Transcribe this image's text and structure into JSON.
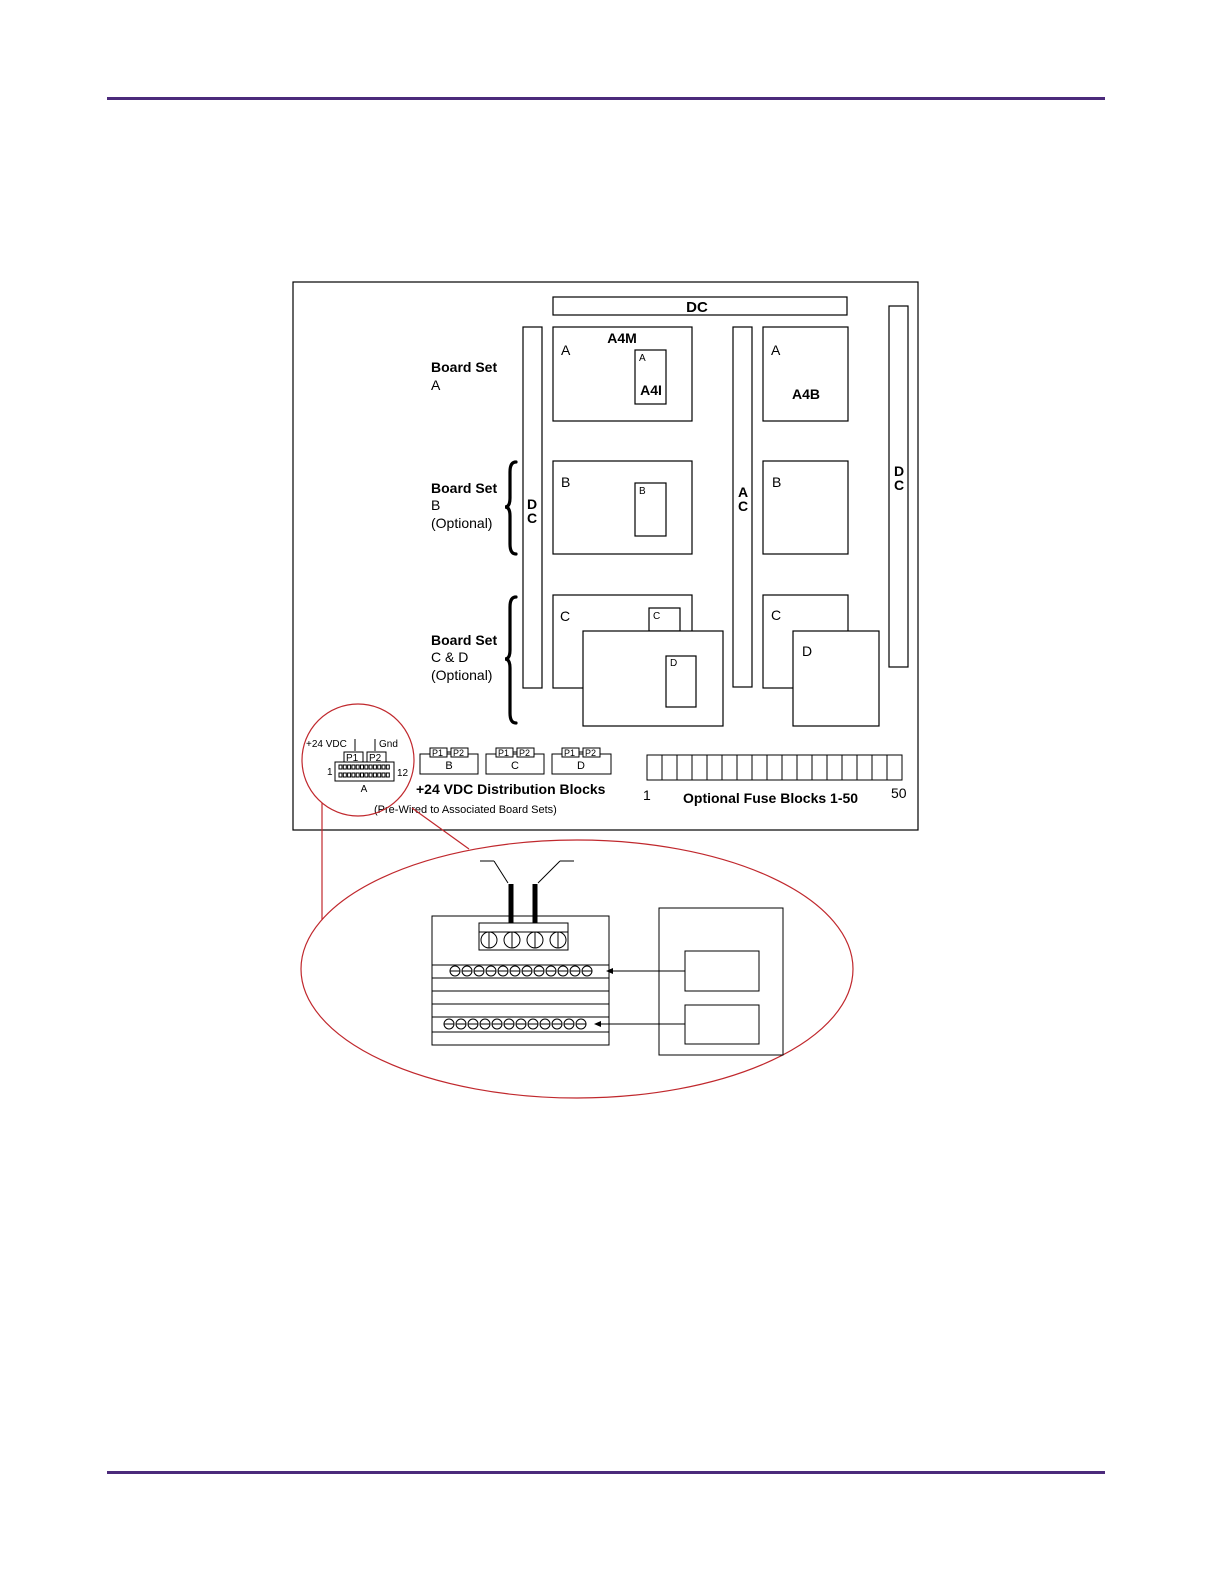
{
  "colors": {
    "rule": "#4b2a7b",
    "callout": "#c0282d",
    "ink": "#000000"
  },
  "rails": {
    "dc_top": "DC",
    "dc_left": [
      "D",
      "C"
    ],
    "ac_mid": [
      "A",
      "C"
    ],
    "dc_right": [
      "D",
      "C"
    ]
  },
  "left_labels": {
    "set_a": {
      "title": "Board Set",
      "line1": "A"
    },
    "set_b": {
      "title": "Board Set",
      "line1": "B",
      "line2": "(Optional)"
    },
    "set_cd": {
      "title": "Board Set",
      "line1": "C & D",
      "line2": "(Optional)"
    }
  },
  "boards": {
    "a_main_letter": "A",
    "a_main_title": "A4M",
    "a4i_letter": "A",
    "a4i_title": "A4I",
    "a_right_letter": "A",
    "a4b_title": "A4B",
    "b_left_letter": "B",
    "b_small_letter": "B",
    "b_right_letter": "B",
    "c_left_letter": "C",
    "c_small_letter": "C",
    "d_small_letter": "D",
    "c_right_letter": "C",
    "d_right_letter": "D"
  },
  "distribution": {
    "plus24": "+24 VDC",
    "gnd": "Gnd",
    "p1": "P1",
    "p2": "P2",
    "pin_first": "1",
    "pin_last": "12",
    "block_a": "A",
    "block_b": "B",
    "block_c": "C",
    "block_d": "D",
    "title": "+24 VDC Distribution Blocks",
    "subtitle": "(Pre-Wired to Associated Board Sets)"
  },
  "fuses": {
    "first": "1",
    "last": "50",
    "title": "Optional Fuse Blocks 1-50"
  }
}
